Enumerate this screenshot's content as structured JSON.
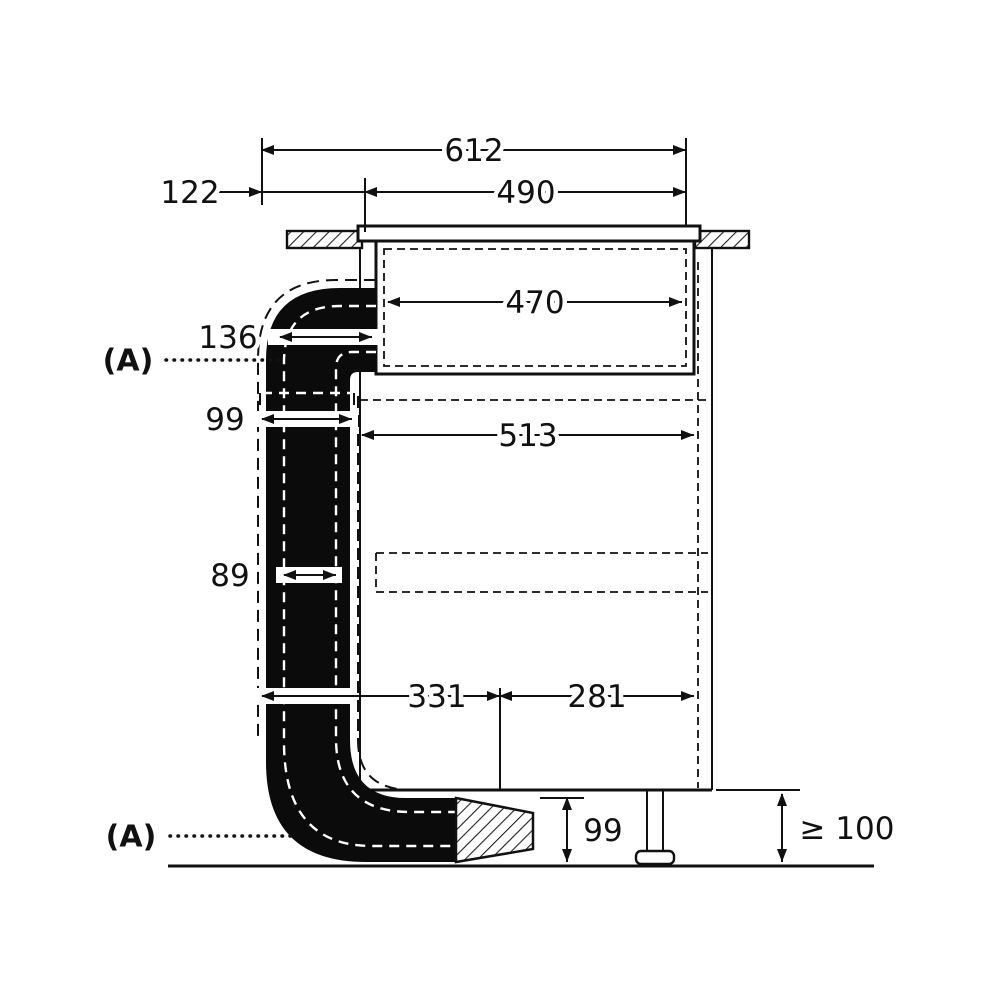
{
  "drawing": {
    "labels": {
      "section_marker_upper": "(A)",
      "section_marker_lower": "(A)"
    },
    "dimensions": {
      "total_width": "612",
      "cutout_width": "490",
      "left_offset": "122",
      "hob_inner_width": "470",
      "elbow_depth": "136",
      "connector_width": "99",
      "cabinet_inner_width": "513",
      "duct_width": "89",
      "outlet_center_from_left": "331",
      "outlet_center_to_right": "281",
      "floor_duct_height": "99",
      "min_plinth_height": "≥ 100"
    },
    "colors": {
      "line": "#111111",
      "duct_fill": "#0b0b0b",
      "background": "#ffffff"
    }
  }
}
